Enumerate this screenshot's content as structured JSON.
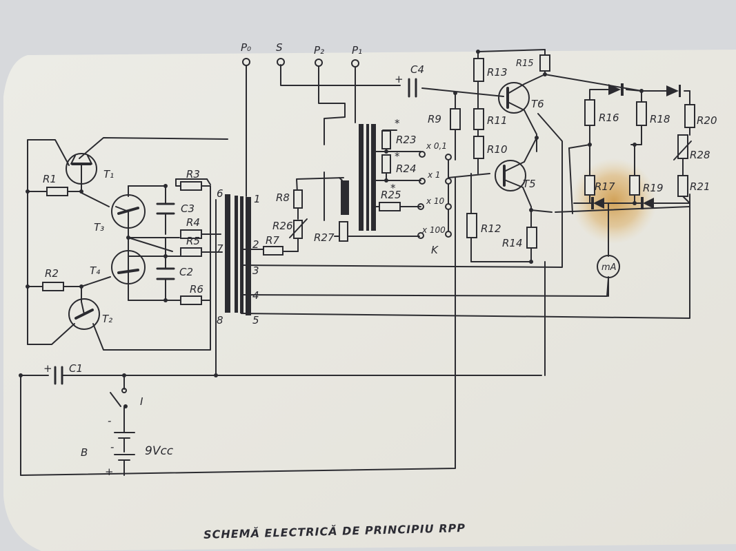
{
  "title": "SCHEMĂ ELECTRICĂ DE PRINCIPIU RPP",
  "terminals": [
    "P₀",
    "S",
    "P₂",
    "P₁"
  ],
  "transistors": [
    "T₁",
    "T₂",
    "T₃",
    "T₄",
    "T5",
    "T6"
  ],
  "resistors": {
    "r1": "R1",
    "r2": "R2",
    "r3": "R3",
    "r4": "R4",
    "r5": "R5",
    "r6": "R6",
    "r7": "R7",
    "r8": "R8",
    "r9": "R9",
    "r10": "R10",
    "r11": "R11",
    "r12": "R12",
    "r13": "R13",
    "r14": "R14",
    "r15": "R15",
    "r16": "R16",
    "r17": "R17",
    "r18": "R18",
    "r19": "R19",
    "r20": "R20",
    "r21": "R21",
    "r23": "R23",
    "r24": "R24",
    "r25": "R25",
    "r26": "R26",
    "r27": "R27",
    "r28": "R28"
  },
  "capacitors": {
    "c1": "C1",
    "c2": "C2",
    "c3": "C3",
    "c4": "C4"
  },
  "winding_numbers": [
    "6",
    "7",
    "8",
    "1",
    "2",
    "3",
    "4",
    "5"
  ],
  "range_labels": [
    "x 0,1",
    "x 1",
    "x 10",
    "x 100"
  ],
  "switch_label": "K",
  "meter": "mA",
  "power_switch": "I",
  "battery": {
    "label": "B",
    "voltage": "9Vcc"
  },
  "polarity": {
    "plus": "+",
    "minus": "-"
  },
  "star": "*"
}
